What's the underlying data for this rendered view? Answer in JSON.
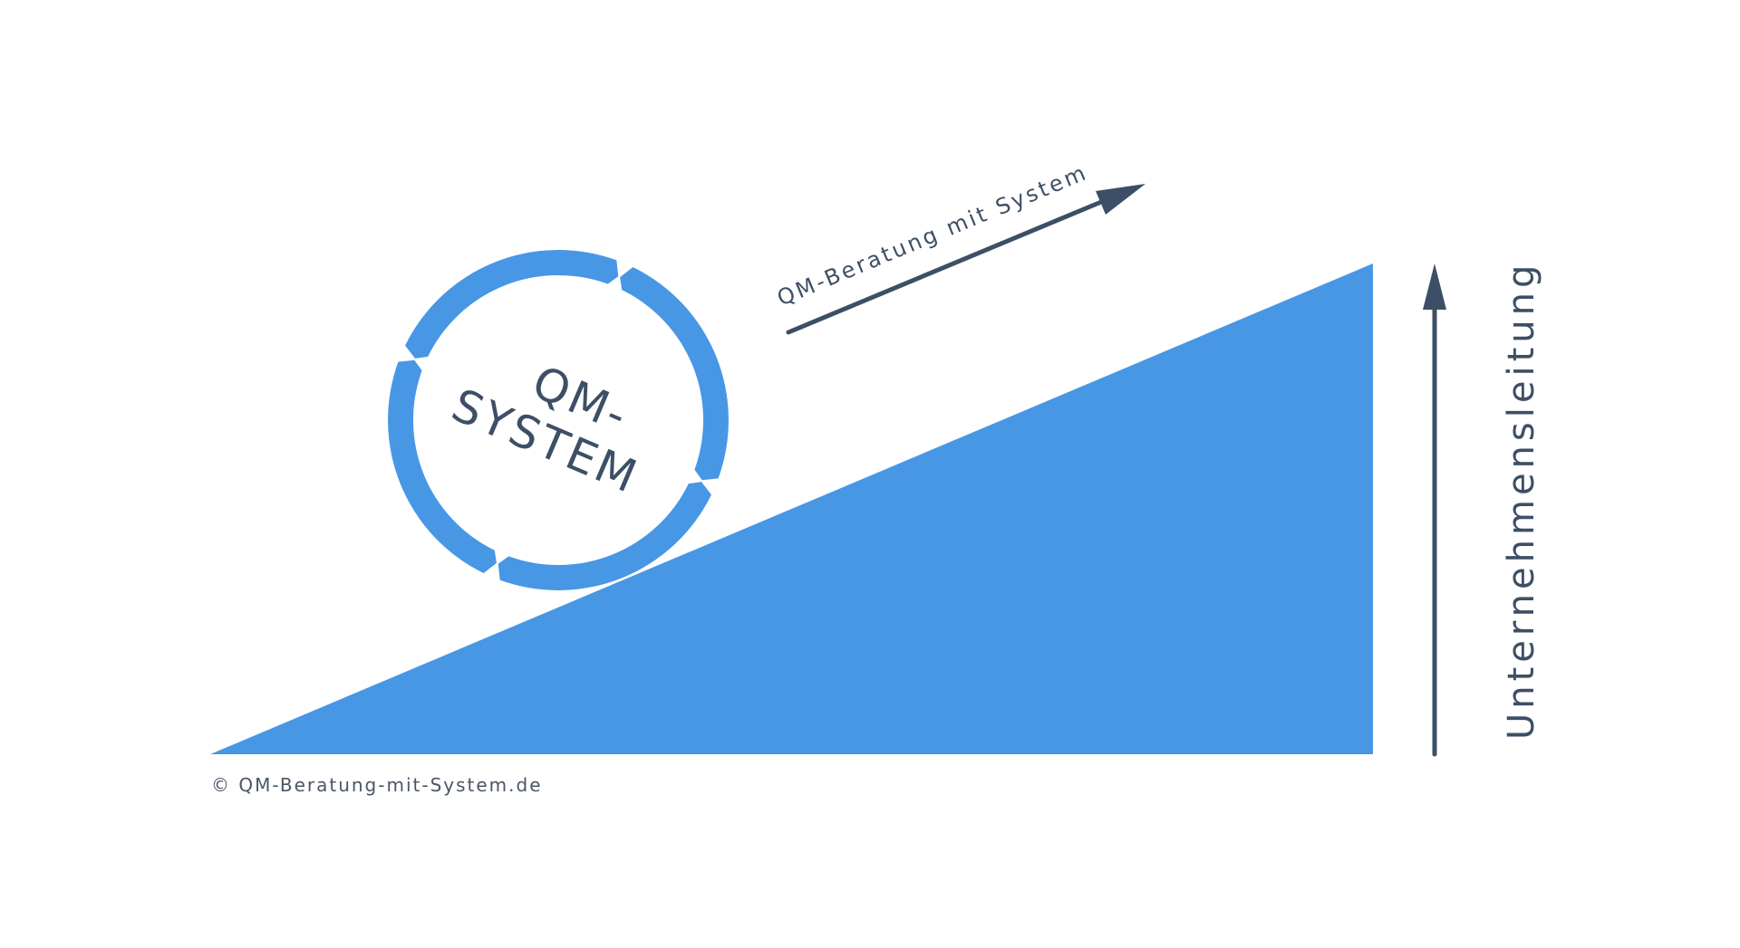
{
  "diagram": {
    "circle_label_line1": "QM-",
    "circle_label_line2": "SYSTEM",
    "diagonal_arrow_label": "QM-Beratung mit System",
    "vertical_arrow_label": "Unternehmensleitung",
    "copyright": "© QM-Beratung-mit-System.de"
  },
  "colors": {
    "accent_blue": "#4797e5",
    "dark_slate": "#3d4f66",
    "background": "#ffffff"
  },
  "icons": {
    "cycle": "circular-cycle-icon",
    "diagonal_arrow": "arrow-up-right-icon",
    "vertical_arrow": "arrow-up-icon"
  }
}
